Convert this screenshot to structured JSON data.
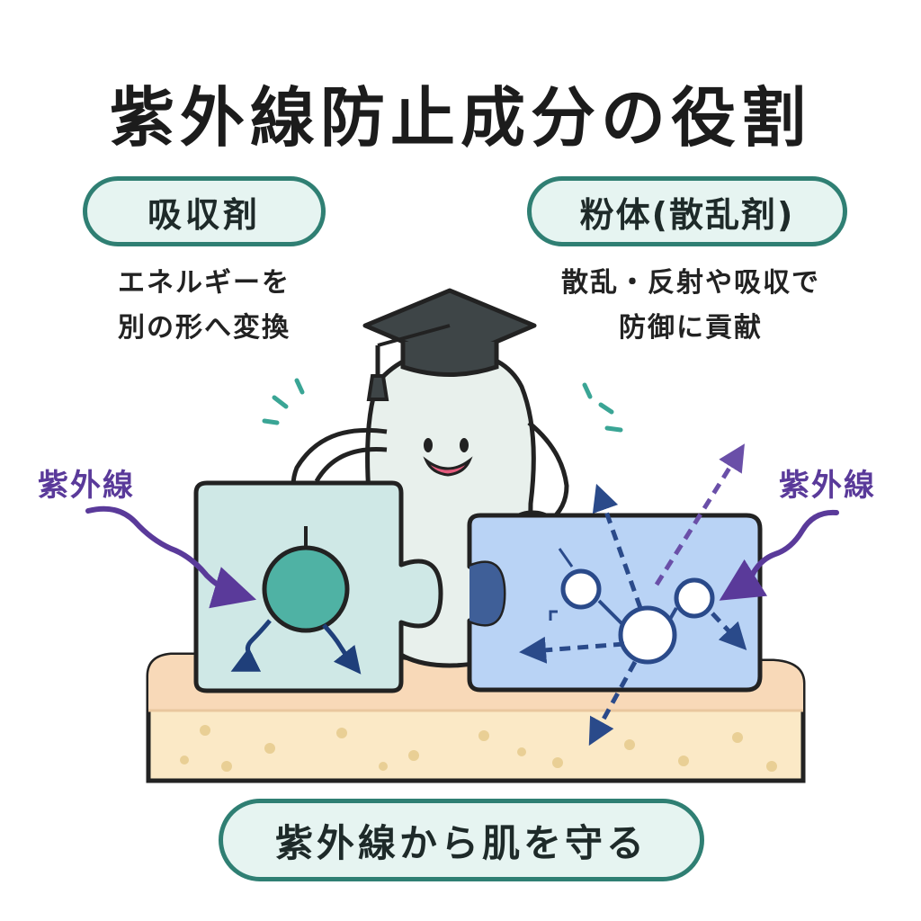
{
  "title": "紫外線防止成分の役割",
  "absorber": {
    "label": "吸収剤",
    "desc_line1": "エネルギーを",
    "desc_line2": "別の形へ変換"
  },
  "powder": {
    "label": "粉体(散乱剤)",
    "desc_line1": "散乱・反射や吸収で",
    "desc_line2": "防御に貢献"
  },
  "uv_left": "紫外線",
  "uv_right": "紫外線",
  "bottom": "紫外線から肌を守る",
  "colors": {
    "accent": "#2f7f73",
    "uv_arrow": "#5a3a9a",
    "left_piece": "#cfe8e6",
    "right_piece": "#b9d3f5",
    "skin": "#fbe9c6"
  },
  "icons": [
    "graduation-cap-icon",
    "mascot-character",
    "puzzle-piece-icon",
    "wavy-arrow-icon"
  ]
}
